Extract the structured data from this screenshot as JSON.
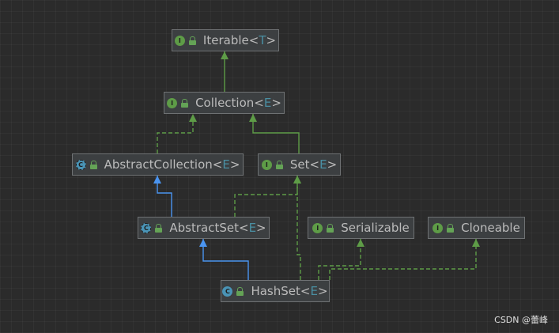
{
  "nodes": [
    {
      "id": "iterable",
      "name": "Iterable",
      "param": "T",
      "kind": "interface",
      "badge": "I"
    },
    {
      "id": "collection",
      "name": "Collection",
      "param": "E",
      "kind": "interface",
      "badge": "I"
    },
    {
      "id": "abstract-collection",
      "name": "AbstractCollection",
      "param": "E",
      "kind": "abstract",
      "badge": "C"
    },
    {
      "id": "set",
      "name": "Set",
      "param": "E",
      "kind": "interface",
      "badge": "I"
    },
    {
      "id": "abstract-set",
      "name": "AbstractSet",
      "param": "E",
      "kind": "abstract",
      "badge": "C"
    },
    {
      "id": "serializable",
      "name": "Serializable",
      "param": "",
      "kind": "interface",
      "badge": "I"
    },
    {
      "id": "cloneable",
      "name": "Cloneable",
      "param": "",
      "kind": "interface",
      "badge": "I"
    },
    {
      "id": "hashset",
      "name": "HashSet",
      "param": "E",
      "kind": "class",
      "badge": "C"
    }
  ],
  "edges": [
    {
      "from": "collection",
      "to": "iterable",
      "type": "extends-interface"
    },
    {
      "from": "abstract-collection",
      "to": "collection",
      "type": "implements"
    },
    {
      "from": "set",
      "to": "collection",
      "type": "extends-interface"
    },
    {
      "from": "abstract-set",
      "to": "abstract-collection",
      "type": "extends"
    },
    {
      "from": "abstract-set",
      "to": "set",
      "type": "implements"
    },
    {
      "from": "hashset",
      "to": "abstract-set",
      "type": "extends"
    },
    {
      "from": "hashset",
      "to": "set",
      "type": "implements"
    },
    {
      "from": "hashset",
      "to": "serializable",
      "type": "implements"
    },
    {
      "from": "hashset",
      "to": "cloneable",
      "type": "implements"
    }
  ],
  "colors": {
    "interface_edge": "#5e9c47",
    "class_edge": "#4a94f0",
    "interface_badge": "#5e9c47",
    "class_badge": "#4a94b6",
    "type_param": "#4a8fa3"
  },
  "watermark": "CSDN @蕾峰"
}
